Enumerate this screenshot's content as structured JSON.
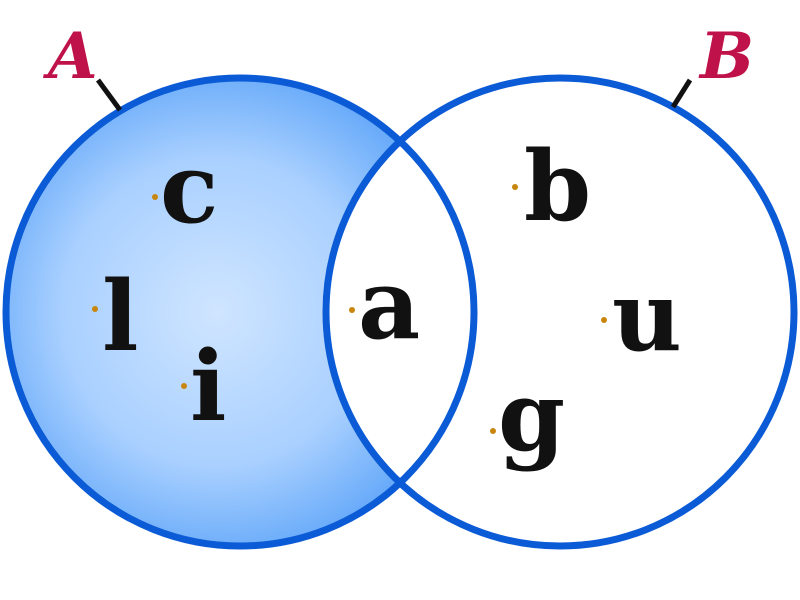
{
  "sets": {
    "A": {
      "label": "A",
      "members_only_in_A": [
        "c",
        "l",
        "i"
      ]
    },
    "B": {
      "label": "B",
      "members_only_in_B": [
        "b",
        "u",
        "g"
      ]
    },
    "intersection": [
      "a"
    ]
  },
  "highlighted_region": "A minus B",
  "colors": {
    "circle_stroke": "#0b5bd6",
    "highlight_fill": "#66b0ff",
    "highlight_center": "#bfdcff",
    "label_color": "#c0124a",
    "connector_color": "#111111",
    "dot_color": "#c8860d",
    "element_color": "#111111"
  }
}
